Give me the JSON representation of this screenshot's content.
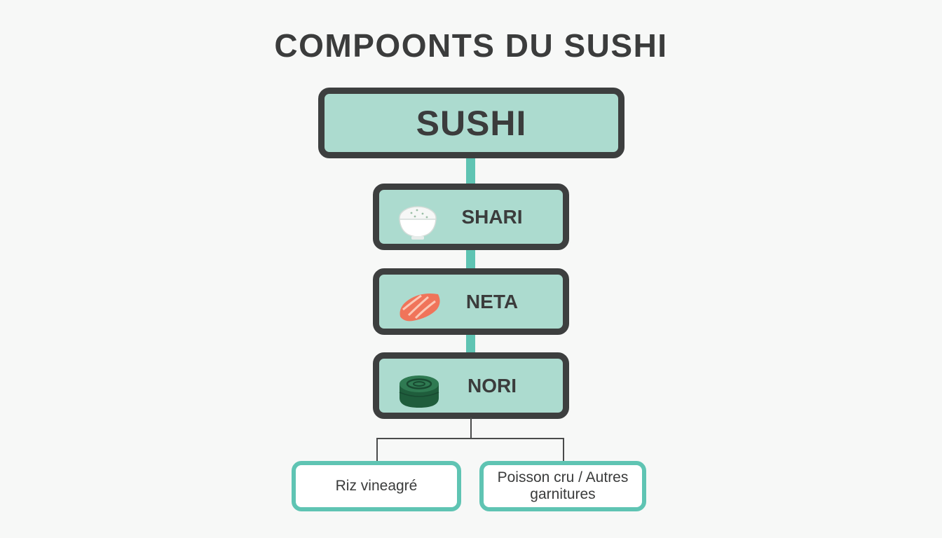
{
  "title": "COMPOONTS DU SUSHI",
  "root": {
    "label": "SUSHI"
  },
  "components": [
    {
      "label": "SHARI",
      "icon": "rice-bowl-icon"
    },
    {
      "label": "NETA",
      "icon": "salmon-slice-icon"
    },
    {
      "label": "NORI",
      "icon": "nori-roll-icon"
    }
  ],
  "leaves": [
    {
      "label": "Riz vineagré"
    },
    {
      "label": "Poisson cru / Autres garnitures"
    }
  ],
  "colors": {
    "box_fill": "#acdbcf",
    "box_border": "#3d3f3f",
    "stem": "#5fc4b3",
    "leaf_border": "#5fc4b3",
    "background": "#f7f8f7"
  }
}
